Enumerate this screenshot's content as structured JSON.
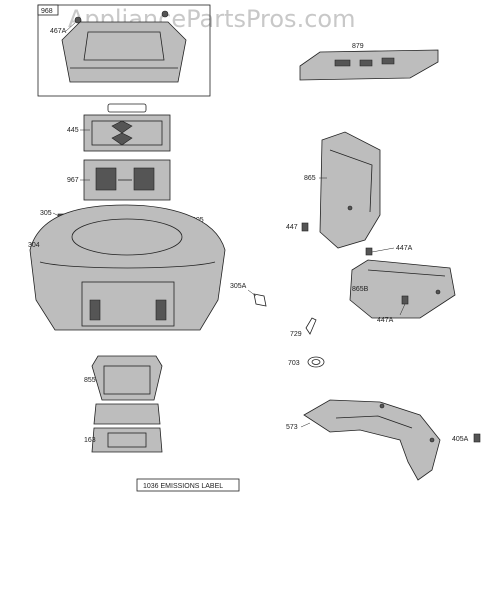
{
  "watermark": "AppliancePartsPros.com",
  "callouts": {
    "p968": "968",
    "p467A": "467A",
    "p879": "879",
    "p445": "445",
    "p967": "967",
    "p865": "865",
    "p305_left": "305",
    "p305_right": "305",
    "p447": "447",
    "p304": "304",
    "p447A_top": "447A",
    "p305A": "305A",
    "p865B": "865B",
    "p447A_bottom": "447A",
    "p729": "729",
    "p703": "703",
    "p855": "855",
    "p573": "573",
    "p405A": "405A",
    "p163": "163"
  },
  "emissions_label": "1036 EMISSIONS LABEL"
}
